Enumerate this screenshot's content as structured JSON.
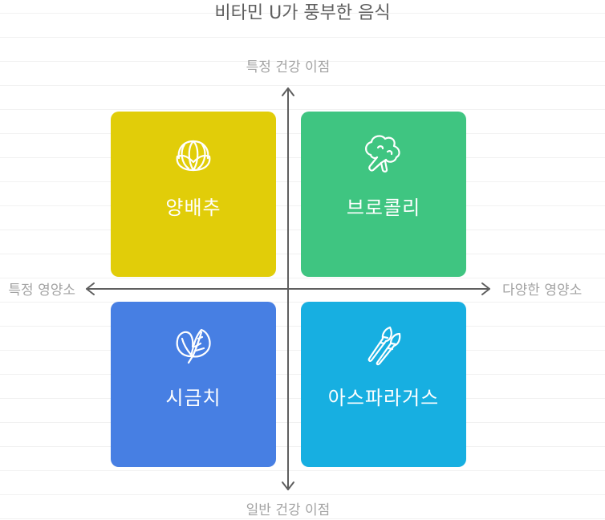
{
  "title": "비타민 U가 풍부한 음식",
  "axes": {
    "top": "특정 건강 이점",
    "bottom": "일반 건강 이점",
    "left": "특정 영양소",
    "right": "다양한 영양소"
  },
  "quadrants": [
    {
      "label": "양배추",
      "icon": "cabbage-icon",
      "color": "#e1cd09"
    },
    {
      "label": "브로콜리",
      "icon": "broccoli-icon",
      "color": "#3fc581"
    },
    {
      "label": "시금치",
      "icon": "spinach-icon",
      "color": "#477fe3"
    },
    {
      "label": "아스파라거스",
      "icon": "asparagus-icon",
      "color": "#17afe1"
    }
  ]
}
